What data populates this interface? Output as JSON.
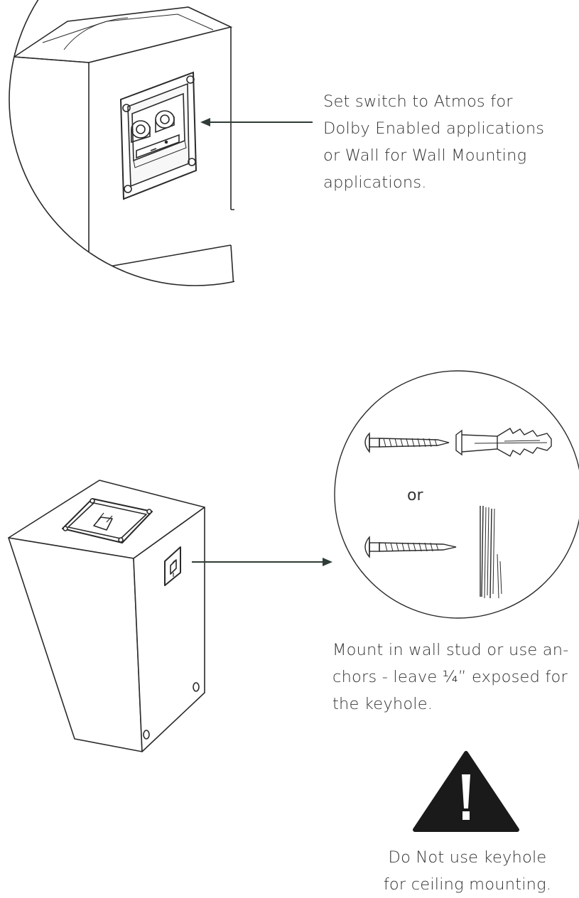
{
  "step1": {
    "caption_lines": [
      "Set switch to Atmos for",
      "Dolby Enabled applications",
      "or Wall for Wall Mounting",
      "applications."
    ]
  },
  "step2": {
    "or_label": "or",
    "caption_lines": [
      "Mount in wall stud or use an-",
      "chors - leave ¼” exposed for",
      "the keyhole."
    ]
  },
  "warning": {
    "icon": "warning-triangle-icon",
    "caption_lines": [
      "Do Not use keyhole",
      "for ceiling mounting."
    ]
  },
  "colors": {
    "line": "#2a2a2a",
    "arrow": "#2f3d36",
    "warning_fill": "#1a1a1a"
  }
}
